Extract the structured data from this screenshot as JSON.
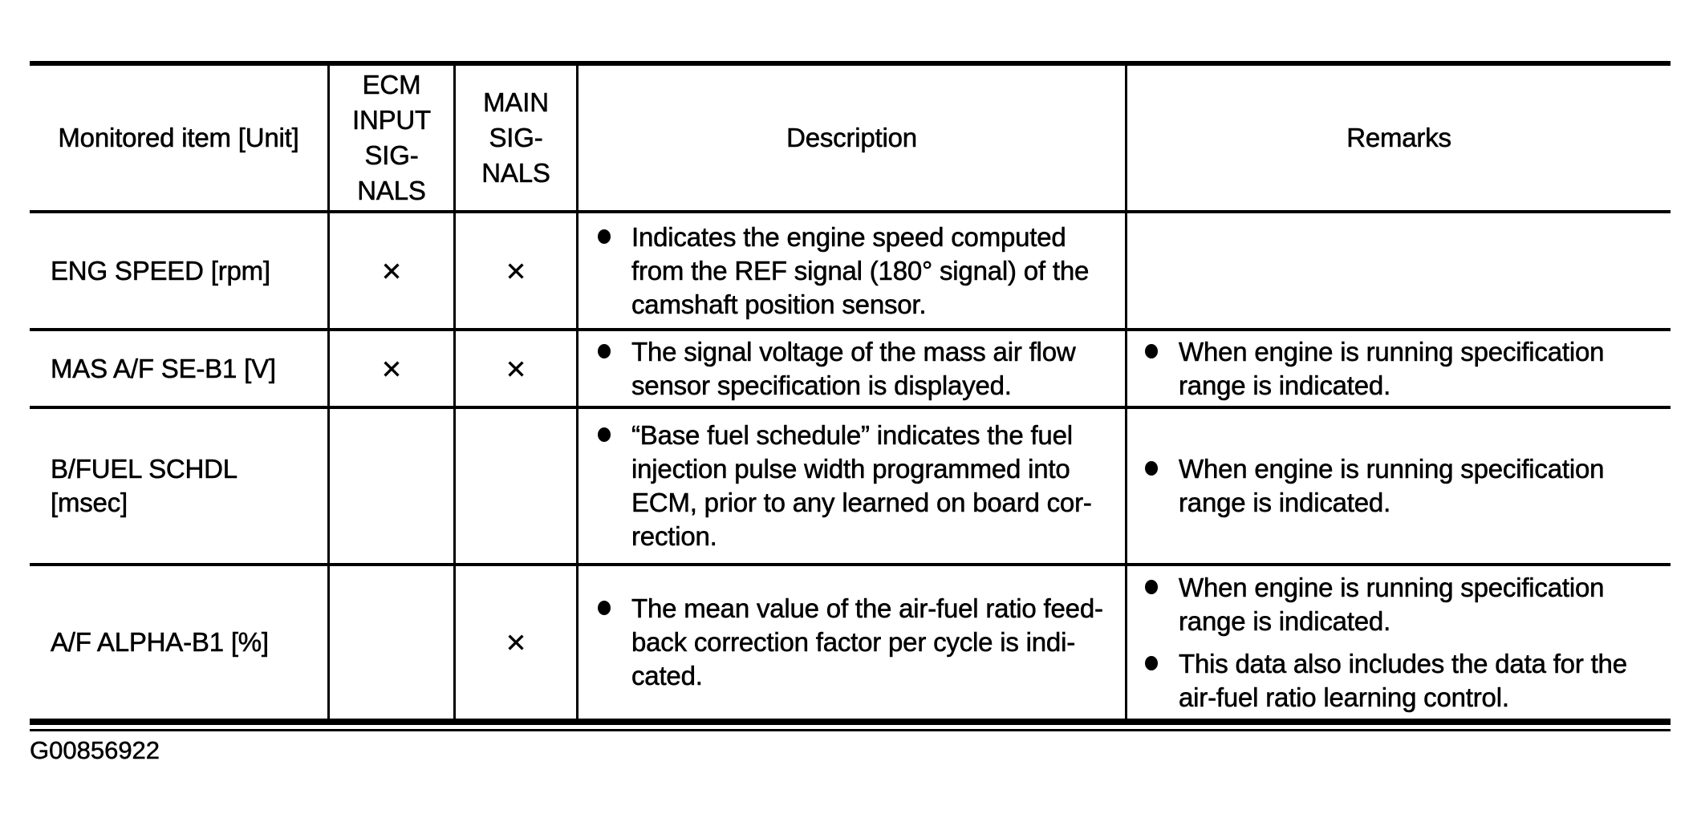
{
  "page": {
    "figure_id": "G00856922",
    "background": "#ffffff",
    "ink": "#000000"
  },
  "table": {
    "columns": {
      "item_header": "Monitored item [Unit]",
      "ecm_header_lines": [
        "ECM",
        "INPUT",
        "SIG-",
        "NALS"
      ],
      "main_header_lines": [
        "MAIN",
        "SIG-",
        "NALS"
      ],
      "description_header": "Description",
      "remarks_header": "Remarks"
    },
    "rows": [
      {
        "item_lines": [
          "ENG SPEED [rpm]"
        ],
        "ecm_input_signals": "×",
        "main_signals": "×",
        "description": [
          {
            "lines": [
              "Indicates the engine speed computed",
              "from the REF signal (180° signal) of the",
              "camshaft position sensor."
            ]
          }
        ],
        "remarks": []
      },
      {
        "item_lines": [
          "MAS A/F SE-B1 [V]"
        ],
        "ecm_input_signals": "×",
        "main_signals": "×",
        "description": [
          {
            "lines": [
              "The signal voltage of the mass air flow",
              "sensor specification is displayed."
            ]
          }
        ],
        "remarks": [
          {
            "lines": [
              "When engine is running specification",
              "range is indicated."
            ]
          }
        ]
      },
      {
        "item_lines": [
          "B/FUEL SCHDL",
          "[msec]"
        ],
        "ecm_input_signals": "",
        "main_signals": "",
        "description": [
          {
            "lines": [
              "“Base fuel schedule” indicates the fuel",
              "injection pulse width programmed into",
              "ECM, prior to any learned on board cor-",
              "rection."
            ]
          }
        ],
        "remarks": [
          {
            "lines": [
              "When engine is running specification",
              "range is indicated."
            ]
          }
        ]
      },
      {
        "item_lines": [
          "A/F ALPHA-B1 [%]"
        ],
        "ecm_input_signals": "",
        "main_signals": "×",
        "description": [
          {
            "lines": [
              "The mean value of the air-fuel ratio feed-",
              "back correction factor per cycle is indi-",
              "cated."
            ]
          }
        ],
        "remarks": [
          {
            "lines": [
              "When engine is running specification",
              "range is indicated."
            ]
          },
          {
            "lines": [
              "This data also includes the data for the",
              "air-fuel ratio learning control."
            ]
          }
        ]
      }
    ]
  }
}
